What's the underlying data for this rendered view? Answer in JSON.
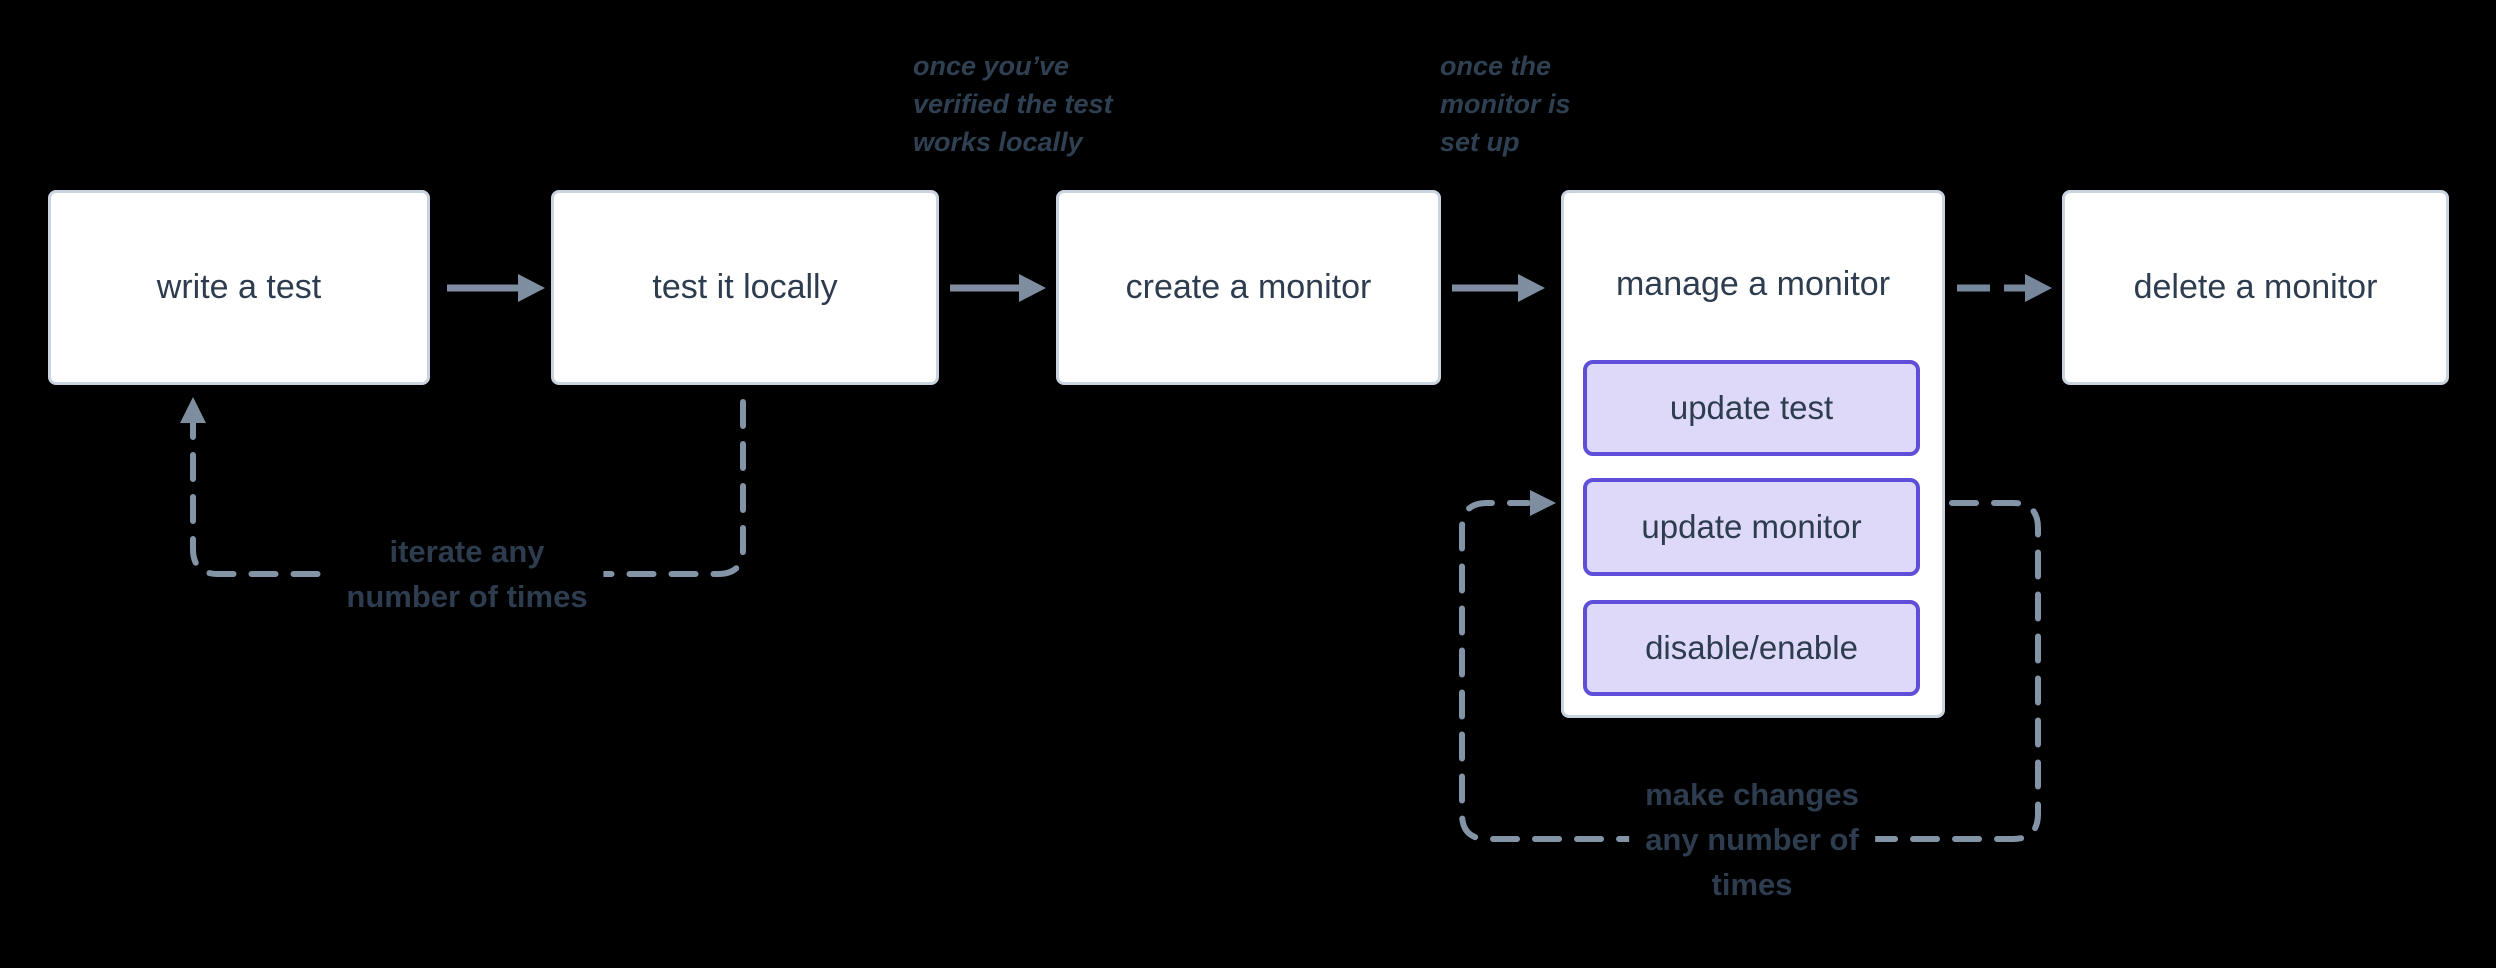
{
  "diagram": {
    "background": "#000000",
    "colors": {
      "node_fill": "#ffffff",
      "node_border": "#c9d4e0",
      "node_text": "#2d3c4e",
      "subnode_fill": "#ded9f8",
      "subnode_border": "#5f4fd8",
      "connector": "#7e8da0",
      "loop_dash": "#8494a7",
      "annotation_text": "#2e4052"
    },
    "nodes": [
      {
        "id": "write-a-test",
        "label": "write a test"
      },
      {
        "id": "test-it-locally",
        "label": "test it locally"
      },
      {
        "id": "create-a-monitor",
        "label": "create a monitor"
      },
      {
        "id": "manage-a-monitor",
        "label": "manage a monitor",
        "children": [
          {
            "id": "update-test",
            "label": "update test"
          },
          {
            "id": "update-monitor",
            "label": "update monitor"
          },
          {
            "id": "disable-enable",
            "label": "disable/enable"
          }
        ]
      },
      {
        "id": "delete-a-monitor",
        "label": "delete a monitor"
      }
    ],
    "edges": [
      {
        "from": "write-a-test",
        "to": "test-it-locally",
        "style": "solid"
      },
      {
        "from": "test-it-locally",
        "to": "create-a-monitor",
        "style": "solid"
      },
      {
        "from": "create-a-monitor",
        "to": "manage-a-monitor",
        "style": "solid"
      },
      {
        "from": "manage-a-monitor",
        "to": "delete-a-monitor",
        "style": "dashed"
      },
      {
        "from": "test-it-locally",
        "to": "write-a-test",
        "style": "dashed-loop"
      },
      {
        "from": "manage-a-monitor",
        "to": "manage-a-monitor",
        "style": "dashed-loop"
      }
    ],
    "annotations": [
      {
        "lines": [
          "once you’ve",
          "verified the test",
          "works locally"
        ]
      },
      {
        "lines": [
          "once the",
          "monitor is",
          "set up"
        ]
      }
    ],
    "loop_labels": [
      {
        "lines": [
          "iterate any",
          "number of times"
        ]
      },
      {
        "lines": [
          "make changes",
          "any number of",
          "times"
        ]
      }
    ]
  }
}
